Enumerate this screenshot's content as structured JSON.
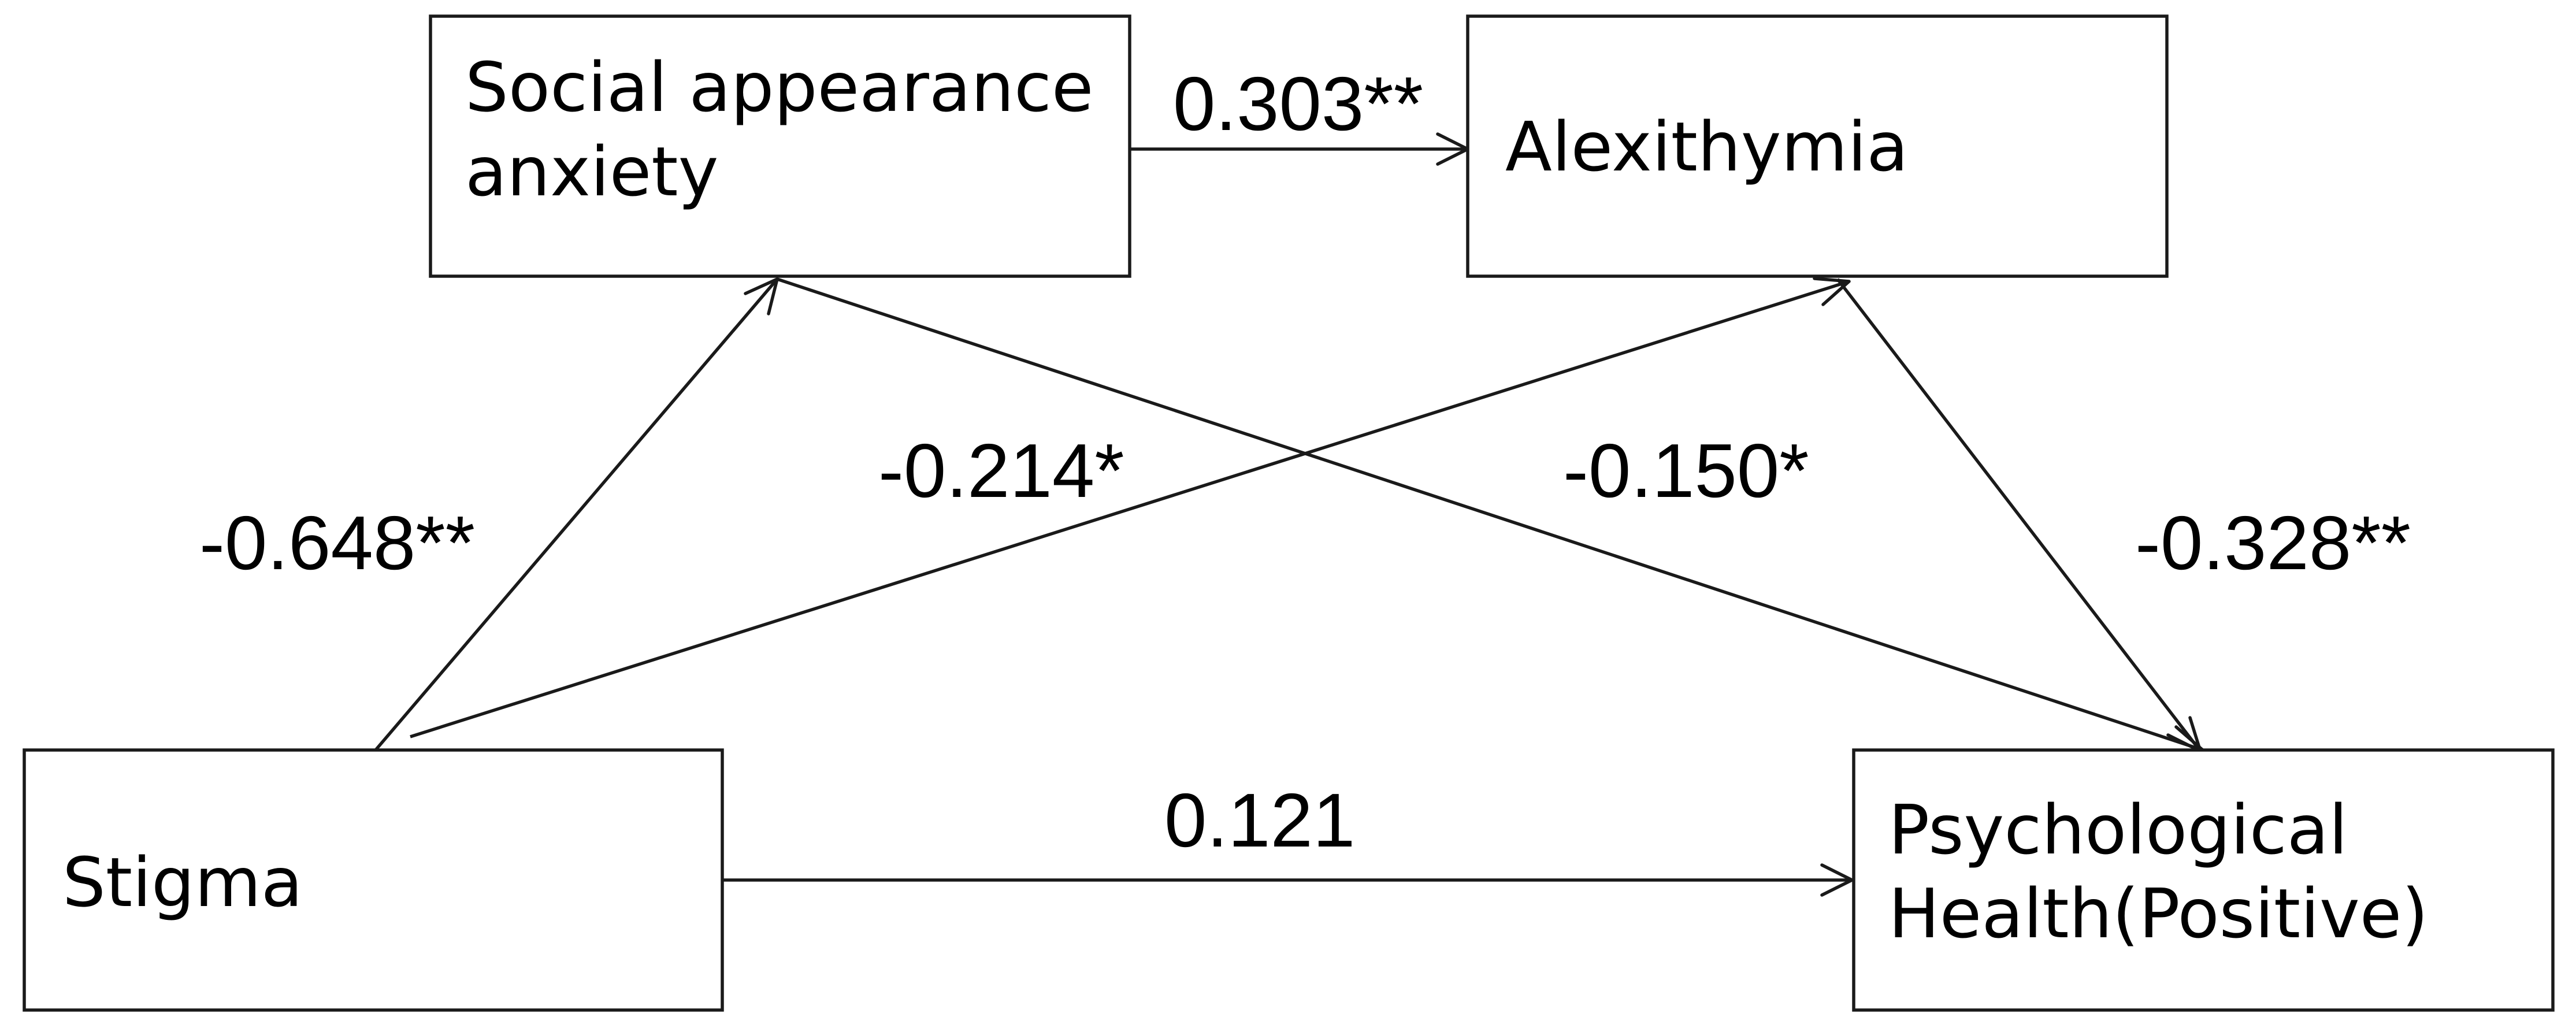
{
  "diagram": {
    "nodes": {
      "social_appearance_anxiety": {
        "lines": [
          "Social appearance",
          "anxiety"
        ]
      },
      "alexithymia": {
        "lines": [
          "Alexithymia"
        ]
      },
      "stigma": {
        "lines": [
          "Stigma"
        ]
      },
      "psychological_health": {
        "lines": [
          "Psychological",
          "Health(Positive)"
        ]
      }
    },
    "edges": {
      "saa_to_alex": {
        "from": "Social appearance anxiety",
        "to": "Alexithymia",
        "label": "0.303**"
      },
      "stigma_to_saa": {
        "from": "Stigma",
        "to": "Social appearance anxiety",
        "label": "-0.648**"
      },
      "stigma_to_alex": {
        "from": "Stigma",
        "to": "Alexithymia",
        "label": "-0.214*"
      },
      "saa_to_health": {
        "from": "Social appearance anxiety",
        "to": "Psychological Health(Positive)",
        "label": "-0.150*"
      },
      "alex_to_health": {
        "from": "Alexithymia",
        "to": "Psychological Health(Positive)",
        "label": "-0.328**"
      },
      "stigma_to_health": {
        "from": "Stigma",
        "to": "Psychological Health(Positive)",
        "label": "0.121"
      }
    },
    "colors": {
      "stroke": "#1a1a1a",
      "text": "#000000",
      "background": "#ffffff"
    }
  }
}
